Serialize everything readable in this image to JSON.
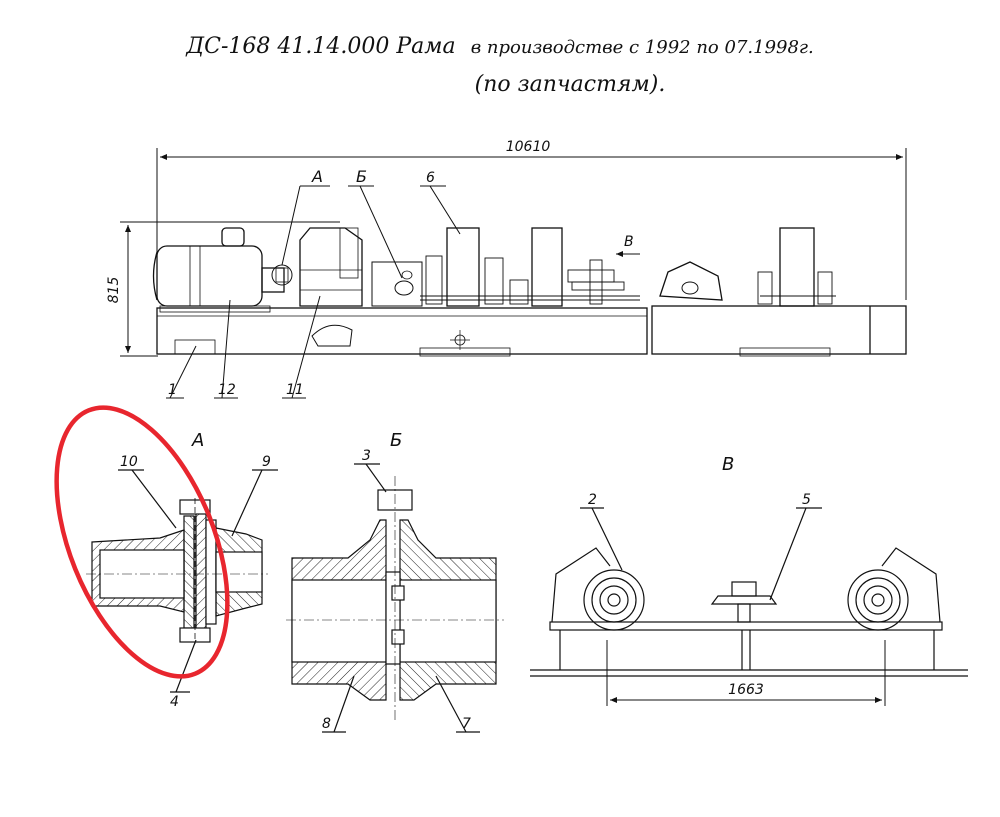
{
  "title": {
    "main": "ДС-168 41.14.000 Рама",
    "production": "в производстве с 1992 по 07.1998г.",
    "note": "(по запчастям)."
  },
  "dimensions": {
    "total_length": "10610",
    "height": "815",
    "wheel_span": "1663"
  },
  "views": {
    "a": "А",
    "b": "Б",
    "v": "В"
  },
  "callouts": {
    "p1": "1",
    "p2": "2",
    "p3": "3",
    "p4": "4",
    "p5": "5",
    "p6": "6",
    "p7": "7",
    "p8": "8",
    "p9": "9",
    "p10": "10",
    "p11": "11",
    "p12": "12"
  },
  "highlight": {
    "color": "#e8262e"
  }
}
